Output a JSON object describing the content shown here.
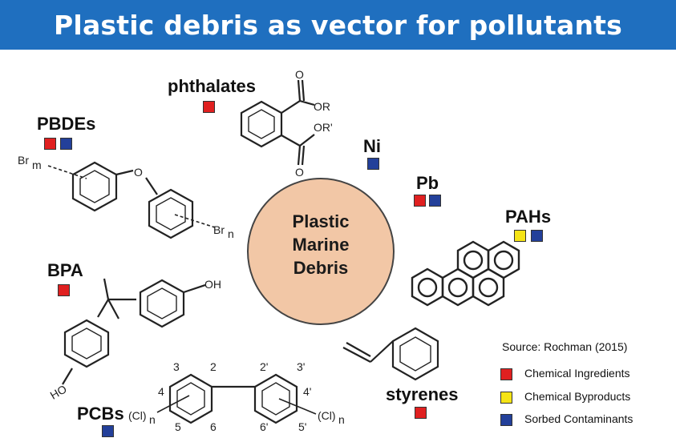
{
  "title": "Plastic debris as vector for pollutants",
  "center": {
    "line1": "Plastic",
    "line2": "Marine",
    "line3": "Debris",
    "fill": "#f2c7a6"
  },
  "colors": {
    "banner": "#1f6fbf",
    "red": "#e02020",
    "yellow": "#f5e416",
    "blue": "#23409a"
  },
  "pollutants": [
    {
      "name": "PBDEs",
      "types": [
        "red",
        "blue"
      ]
    },
    {
      "name": "phthalates",
      "types": [
        "red"
      ]
    },
    {
      "name": "Ni",
      "types": [
        "blue"
      ]
    },
    {
      "name": "Pb",
      "types": [
        "red",
        "blue"
      ]
    },
    {
      "name": "PAHs",
      "types": [
        "yellow",
        "blue"
      ]
    },
    {
      "name": "BPA",
      "types": [
        "red"
      ]
    },
    {
      "name": "PCBs",
      "types": [
        "blue"
      ]
    },
    {
      "name": "styrenes",
      "types": [
        "red"
      ]
    }
  ],
  "chem_labels": {
    "br_m": "Br",
    "m": "m",
    "br_n": "Br",
    "n": "n",
    "o": "O",
    "or1": "OR",
    "or2": "OR'",
    "o1": "O",
    "o2": "O",
    "oh1": "OH",
    "oh2": "HO",
    "cl1": "(Cl)",
    "cl1_n": "n",
    "cl2": "(Cl)",
    "cl2_n": "n",
    "pos": [
      "3",
      "2",
      "2'",
      "3'",
      "4",
      "4'",
      "5",
      "6",
      "6'",
      "5'"
    ]
  },
  "source": "Source: Rochman (2015)",
  "legend": [
    {
      "label": "Chemical Ingredients",
      "color": "red"
    },
    {
      "label": "Chemical Byproducts",
      "color": "yellow"
    },
    {
      "label": "Sorbed Contaminants",
      "color": "blue"
    }
  ]
}
